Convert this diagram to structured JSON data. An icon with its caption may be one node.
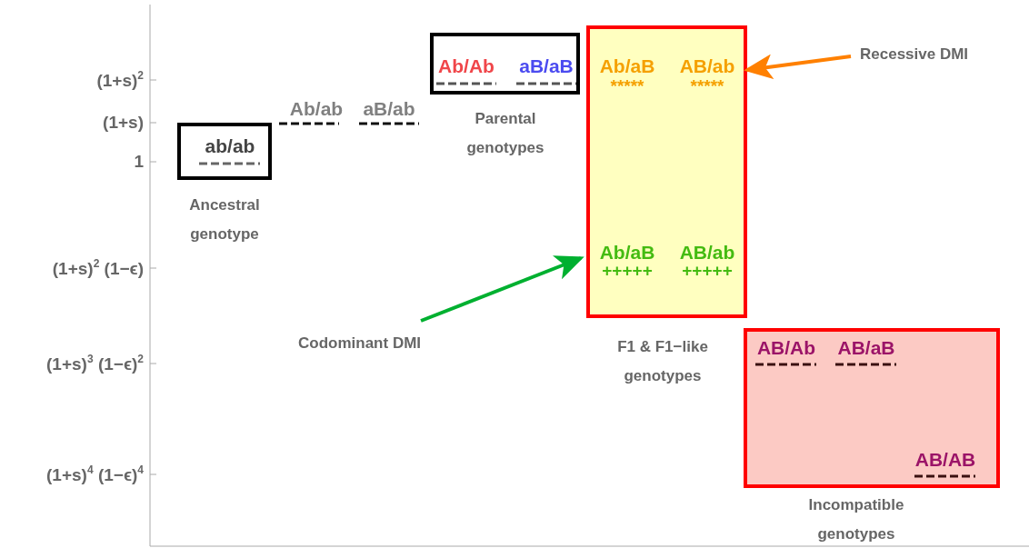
{
  "diagram": {
    "nodes": [
      {
        "text": [
          "ab/ab"
        ],
        "beside": [
          "Ancestral genotype"
        ]
      },
      {
        "text": [
          "Ab/Ab",
          "aB/aB"
        ],
        "beside": [
          "Parental genotypes"
        ]
      },
      {
        "text": [
          "Ab/aB",
          "*****",
          "AB/ab",
          "*****",
          "Ab/aB",
          "+++++",
          "AB/ab",
          "+++++"
        ],
        "beside": [
          "F1 & F1−like genotypes"
        ]
      },
      {
        "text": [
          "AB/Ab",
          "AB/aB",
          "AB/AB"
        ],
        "beside": [
          "Incompatible genotypes"
        ]
      },
      {
        "text": [
          "Recessive DMI"
        ]
      },
      {
        "text": [
          "Codominant DMI"
        ]
      }
    ],
    "edges": [
      {
        "from": 4,
        "to": 2,
        "arrow": "to",
        "color": "#ff8000"
      },
      {
        "from": 5,
        "to": 2,
        "arrow": "to",
        "color": "#00b030"
      }
    ],
    "labels": [
      "(1+s)$^{2}$",
      "(1+s)",
      "1",
      "(1+s)$^{2}$ (1−ϵ)",
      "(1+s)$^{3}$ (1−ϵ)$^{2}$",
      "(1+s)$^{4}$ (1−ϵ)$^{4}$",
      "Ab/ab",
      "aB/ab"
    ]
  }
}
